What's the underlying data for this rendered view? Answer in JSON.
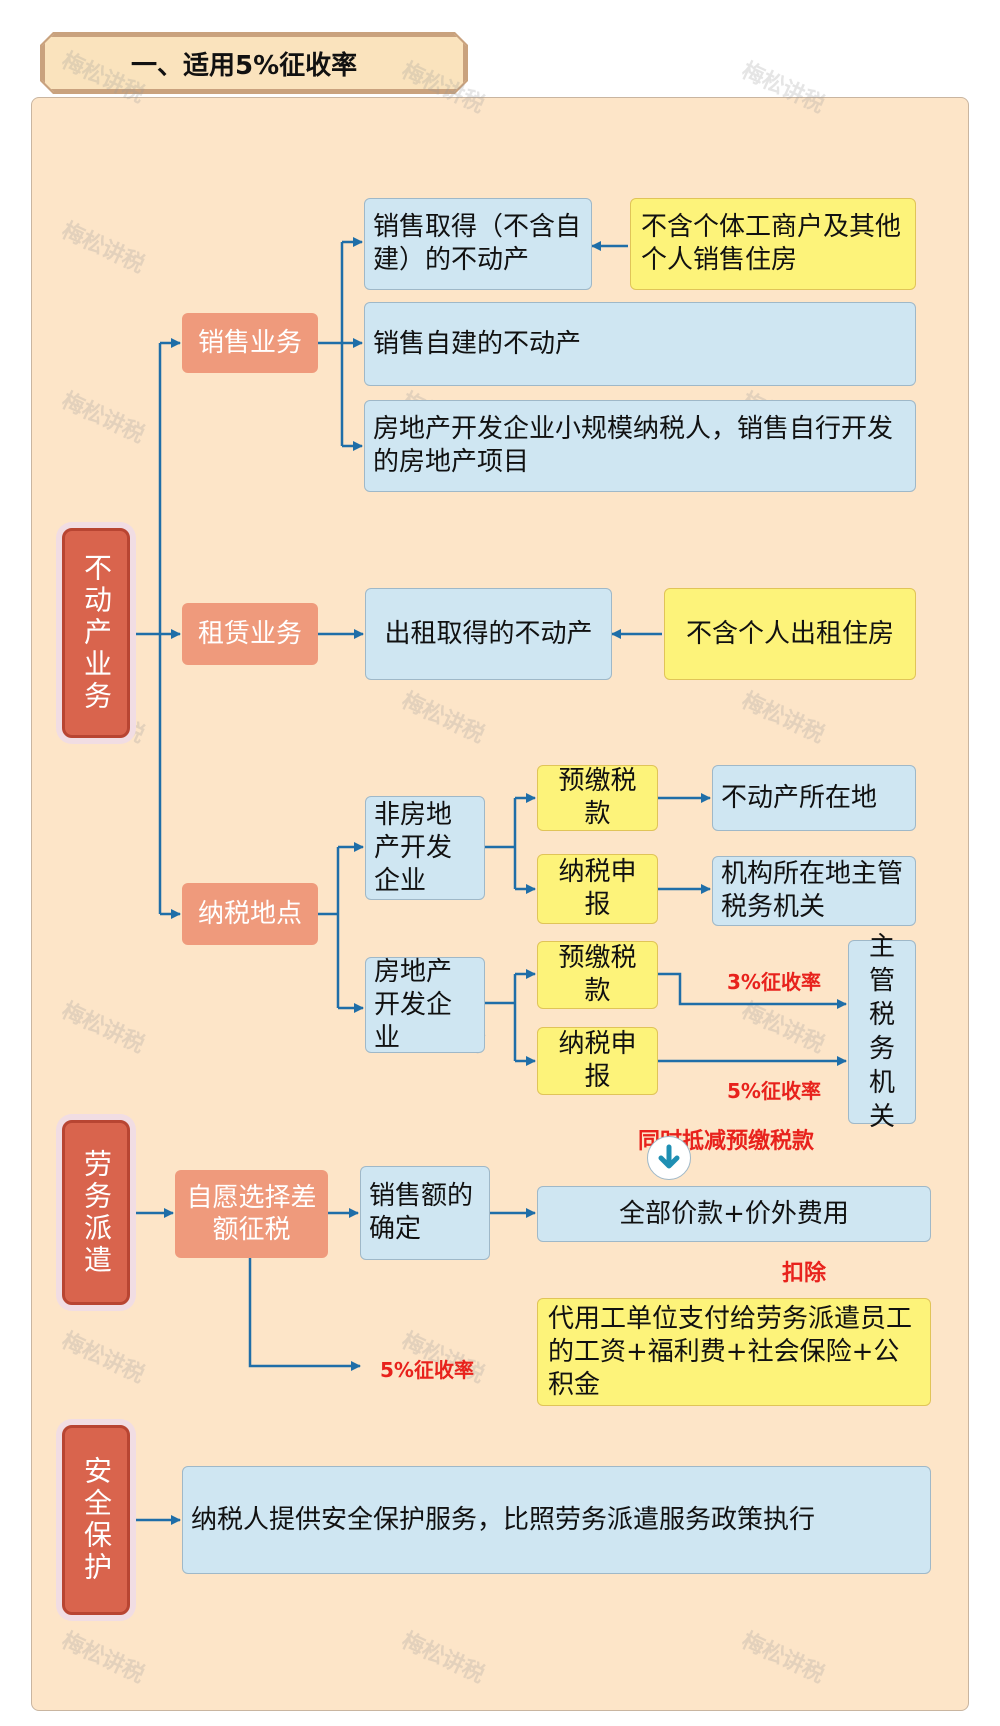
{
  "header": {
    "title": "一、适用5%征收率"
  },
  "watermark": "梅松讲税",
  "categories": {
    "real_estate": "不动产业务",
    "labor": "劳务派遣",
    "security": "安全保护"
  },
  "real_estate": {
    "sales": {
      "label": "销售业务",
      "items": [
        "销售取得（不含自建）的不动产",
        "销售自建的不动产",
        "房地产开发企业小规模纳税人，销售自行开发的房地产项目"
      ],
      "exclusion": "不含个体工商户及其他个人销售住房"
    },
    "lease": {
      "label": "租赁业务",
      "item": "出租取得的不动产",
      "exclusion": "不含个人出租住房"
    },
    "location": {
      "label": "纳税地点",
      "non_developer": {
        "label": "非房地产开发企业",
        "prepay": "预缴税款",
        "prepay_place": "不动产所在地",
        "declare": "纳税申报",
        "declare_place": "机构所在地主管税务机关"
      },
      "developer": {
        "label": "房地产开发企业",
        "prepay": "预缴税款",
        "prepay_rate": "3%征收率",
        "declare": "纳税申报",
        "declare_rate": "5%征收率",
        "authority": "主管税务机关",
        "note": "同时抵减预缴税款"
      }
    }
  },
  "labor": {
    "option": "自愿选择差额征税",
    "sales_amount": "销售额的确定",
    "total": "全部价款+价外费用",
    "deduct": "扣除",
    "deduction_items": "代用工单位支付给劳务派遣员工的工资+福利费+社会保险+公积金",
    "rate": "5%征收率"
  },
  "security": {
    "policy": "纳税人提供安全保护服务，比照劳务派遣服务政策执行"
  },
  "colors": {
    "panel": "#fde5c8",
    "blue_box": "#cfe6f2",
    "yellow_box": "#fdf37a",
    "salmon_box": "#ef9a7c",
    "red_box": "#d9644d",
    "arrow": "#1f6ea8",
    "red_text": "#e8221c"
  }
}
